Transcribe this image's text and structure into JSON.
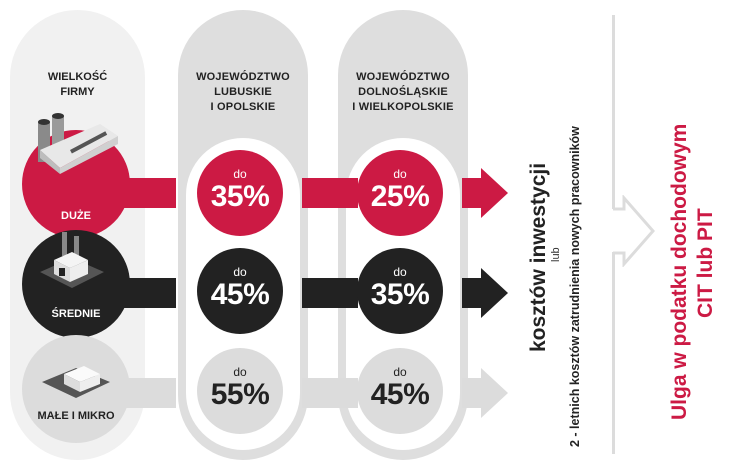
{
  "columns": {
    "size_header": "WIELKOŚĆ\nFIRMY",
    "region1_header": [
      "WOJEWÓDZTWO",
      "LUBUSKIE",
      "I OPOLSKIE"
    ],
    "region2_header": [
      "WOJEWÓDZTWO",
      "DOLNOŚLĄSKIE",
      "I WIELKOPOLSKIE"
    ]
  },
  "size_header_lines": [
    "WIELKOŚĆ",
    "FIRMY"
  ],
  "rows": [
    {
      "size": "DUŻE",
      "icon": "large-factory-icon",
      "color": "#cc1a44",
      "region1": {
        "prefix": "do",
        "value": "35%"
      },
      "region2": {
        "prefix": "do",
        "value": "25%"
      }
    },
    {
      "size": "ŚREDNIE",
      "icon": "medium-factory-icon",
      "color": "#222222",
      "region1": {
        "prefix": "do",
        "value": "45%"
      },
      "region2": {
        "prefix": "do",
        "value": "35%"
      }
    },
    {
      "size": "MAŁE I MIKRO",
      "icon": "small-building-icon",
      "color": "#dcdcdc",
      "region1": {
        "prefix": "do",
        "value": "55%"
      },
      "region2": {
        "prefix": "do",
        "value": "45%"
      }
    }
  ],
  "basis": {
    "main": "kosztów inwestycji",
    "or": "lub",
    "alt": "2 - letnich kosztów zatrudnienia nowych pracowników"
  },
  "result": {
    "line1": "Ulga w podatku dochodowym",
    "line2": "CIT lub PIT"
  },
  "colors": {
    "accent": "#cc1a44",
    "dark": "#222222",
    "light": "#dcdcdc",
    "pillar": "#f1f1f1",
    "pillar_region": "#dedede"
  }
}
